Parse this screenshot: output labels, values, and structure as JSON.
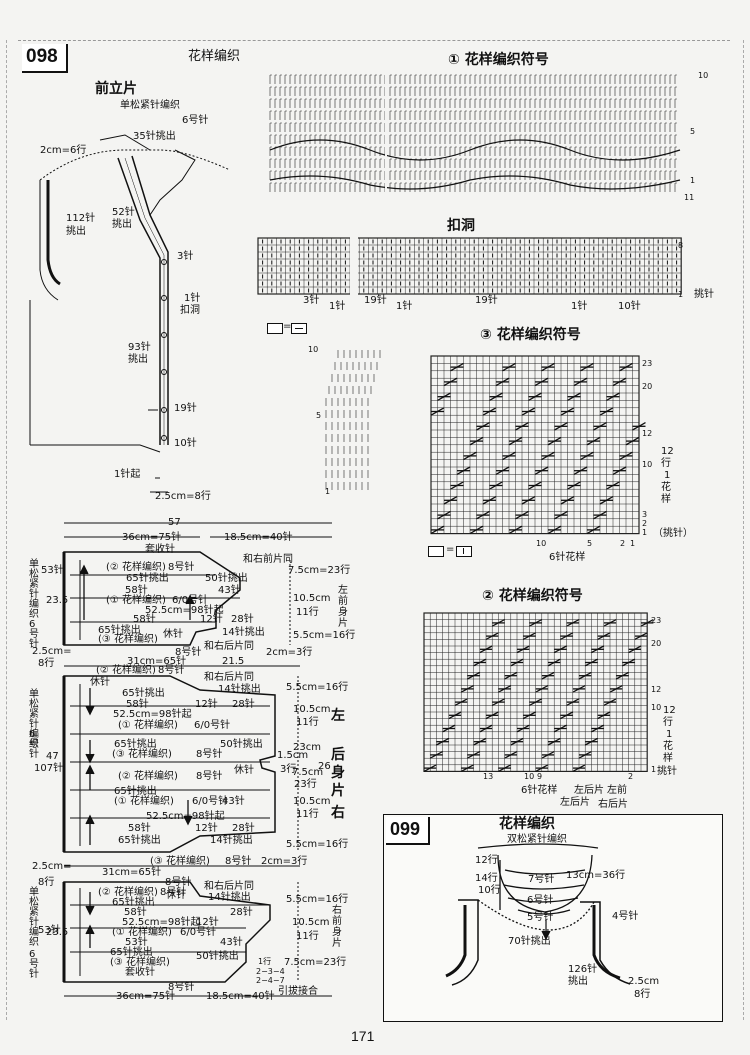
{
  "p098": {
    "number": "098",
    "pattern_title": "花样编织",
    "front_piece": {
      "title": "前立片",
      "stitch": "单松紧针编织",
      "needle": "6号针",
      "l_35pick": "35针挑出",
      "l_2cm6": "2cm=6行",
      "l_112": "112针",
      "l_pickout1": "挑出",
      "l_52": "52针",
      "l_pickout2": "挑出",
      "l_3st": "3针",
      "l_1st": "1针",
      "l_buttonhole": "扣洞",
      "l_93": "93针",
      "l_pickout3": "挑出",
      "l_19": "19针",
      "l_10": "10针",
      "l_1start": "1针起",
      "l_25cm": "2.5cm=8行"
    },
    "chart1": {
      "title": "① 花样编织符号",
      "r10": "10",
      "r5": "5",
      "r1": "1",
      "r11": "11"
    },
    "buttonhole": {
      "title": "扣洞",
      "r8": "8",
      "r1": "1",
      "pick": "挑针",
      "b_3": "3针",
      "b_1a": "1针",
      "b_19a": "19针",
      "b_1b": "1针",
      "b_19b": "19针",
      "b_1c": "1针",
      "b_10": "10针"
    },
    "key_eq": "=",
    "small_chart": {
      "r10": "10",
      "r5": "5",
      "r1": "1"
    },
    "chart3": {
      "title": "③ 花样编织符号",
      "r23": "23",
      "r20": "20",
      "r12": "12",
      "r10": "10",
      "r3": "3",
      "r2": "2",
      "r1": "1",
      "rep_a": "12",
      "rep_b": "行",
      "rep_c": "1",
      "rep_d": "花",
      "rep_e": "样",
      "pick": "（挑针）",
      "c10": "10",
      "c5": "5",
      "c2": "2",
      "c1": "1",
      "sixst": "6针花样"
    },
    "chart2": {
      "title": "② 花样编织符号",
      "r23": "23",
      "r20": "20",
      "r12": "12",
      "r10": "10",
      "r1": "1",
      "rep_a": "12",
      "rep_b": "行",
      "rep_c": "1",
      "rep_d": "花",
      "rep_e": "样",
      "pick": "挑针",
      "c13": "13",
      "c10": "10",
      "c9": "9",
      "c2": "2",
      "sixst": "6针花样",
      "left_back": "左后片",
      "left_front": "左前",
      "right_back": "右后片"
    },
    "body": {
      "w57": "57",
      "top_36": "36cm=75针",
      "top_18": "18.5cm=40针",
      "bind_off": "套收针",
      "join_rf": "和右前片同",
      "lf_side": "单松紧针编织",
      "lf_53": "53针",
      "lf_235": "23.5",
      "lf_6": "6号针",
      "r1_pat2": "(② 花样编织)",
      "r1_8": "8号针",
      "r1_65": "65针挑出",
      "r1_50": "50针挑出",
      "r1_58": "58针",
      "r1_43": "43针",
      "r1_pat1": "(① 花样编织)",
      "r1_60": "6/0号针",
      "r1_525": "52.5cm=98针起",
      "r1_12": "12针",
      "r1_28": "28针",
      "r1_58b": "58针",
      "r1_65b": "65针挑出",
      "r1_14": "14针挑出",
      "r1_pat3": "(③ 花样编织)",
      "r1_rest": "休针",
      "r1_8b": "8号针",
      "r1_jrb": "和右后片同",
      "r1_75": "7.5cm=23行",
      "r1_105": "10.5cm",
      "r1_11": "11行",
      "r1_55": "5.5cm=16行",
      "r1_label": "左前身片",
      "g1_25": "2.5cm=",
      "g1_8": "8行",
      "g1_31": "31cm=65针",
      "g1_215": "21.5",
      "g1_2cm": "2cm=3行",
      "bk_pat2": "(② 花样编织)",
      "bk_8": "8号针",
      "bk_rest": "休针",
      "bk_jrb": "和右后片同",
      "bk_14": "14针挑出",
      "bk_65": "65针挑出",
      "bk_12": "12针",
      "bk_28": "28针",
      "bk_58": "58针",
      "bk_525": "52.5cm=98针起",
      "bk_pat1": "(① 花样编织)",
      "bk_60": "6/0号针",
      "bk_65b": "65针挑出",
      "bk_50": "50针挑出",
      "bk_pat3": "(③ 花样编织)",
      "bk_8b": "8号针",
      "bk_side": "单松紧针编织",
      "bk_6": "6号针",
      "bk_107": "107针",
      "bk_47": "47",
      "bk_pat2b": "(② 花样编织)",
      "bk_8c": "8号针",
      "bk_rest2": "休针",
      "bk_15": "1.5cm",
      "bk_3": "3行",
      "bk_75": "7.5cm",
      "bk_26": "26",
      "bk_23": "23行",
      "bk_65c": "65针挑出",
      "bk_pat1b": "(① 花样编织)",
      "bk_60b": "6/0号针",
      "bk_43": "43针",
      "bk_525b": "52.5cm=98针起",
      "bk_12b": "12针",
      "bk_28b": "28针",
      "bk_58b": "58针",
      "bk_65d": "65针挑出",
      "bk_14b": "14针挑出",
      "bk_pat3b": "(③ 花样编织)",
      "bk_8d": "8号针",
      "bk_55a": "5.5cm=16行",
      "bk_105a": "10.5cm",
      "bk_11a": "11行",
      "bk_105b": "10.5cm",
      "bk_11b": "11行",
      "bk_23cm": "23cm",
      "bk_55b": "5.5cm=16行",
      "bk_left": "左",
      "bk_name1": "后",
      "bk_name2": "身",
      "bk_name3": "片",
      "bk_right": "右",
      "g2_25": "2.5cm=",
      "g2_8": "8行",
      "g2_31": "31cm=65针",
      "g2_2cm": "2cm=3行",
      "rf_pat2": "(② 花样编织)",
      "rf_8": "8号针",
      "rf_rest": "休针",
      "rf_jrb": "和右后片同",
      "rf_65": "65针挑出",
      "rf_58": "58针",
      "rf_14": "14针挑出",
      "rf_28": "28针",
      "rf_525": "52.5cm=98针起",
      "rf_12": "12针",
      "rf_pat1": "(① 花样编织)",
      "rf_60": "6/0号针",
      "rf_53": "53针",
      "rf_43": "43针",
      "rf_65b": "65针挑出",
      "rf_50": "50针挑出",
      "rf_pat3": "(③ 花样编织)",
      "rf_bind": "套收针",
      "rf_8b": "8号针",
      "rf_side": "单松紧针编织",
      "rf_53b": "53针",
      "rf_235": "23.5",
      "rf_6": "6号针",
      "rf_55": "5.5cm=16行",
      "rf_105": "10.5cm",
      "rf_11": "11行",
      "rf_75": "7.5cm=23行",
      "rf_label": "右前身片",
      "rf_seq": "1行",
      "rf_s1": "2−3−4",
      "rf_s2": "2−4−7",
      "rf_pickjoin": "引拔接合",
      "bot_36": "36cm=75针",
      "bot_18": "18.5cm=40针"
    }
  },
  "p099": {
    "number": "099",
    "title": "花样编织",
    "subtitle": "双松紧针编织",
    "l12": "12行",
    "l14": "14行",
    "l10": "10行",
    "n7": "7号针",
    "n6": "6号针",
    "n5": "5号针",
    "w13": "13cm=36行",
    "n4": "4号针",
    "p70": "70针挑出",
    "p126a": "126针",
    "p126b": "挑出",
    "w25": "2.5cm",
    "w8": "8行"
  },
  "page_number": "171"
}
